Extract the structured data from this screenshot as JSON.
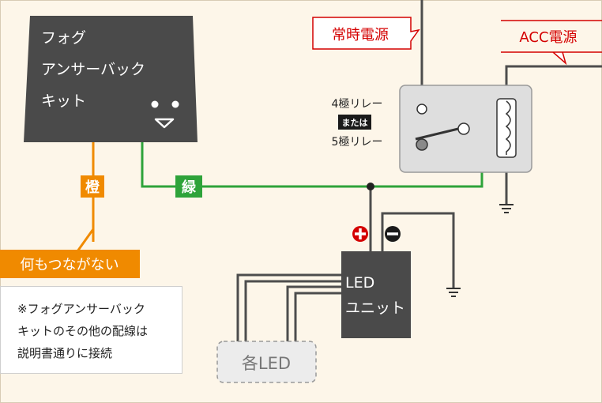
{
  "fog_kit": {
    "title_lines": [
      "フォグ",
      "アンサーバック",
      "キット"
    ]
  },
  "labels": {
    "orange_wire": "橙",
    "green_wire": "緑",
    "no_connection": "何もつながない",
    "note_lines": [
      "※フォグアンサーバック",
      "キットのその他の配線は",
      "説明書通りに接続"
    ],
    "constant_power": "常時電源",
    "acc_power": "ACC電源",
    "relay_4": "4極リレー",
    "or": "または",
    "relay_5": "5極リレー",
    "led_unit_lines": [
      "LED",
      "ユニット"
    ],
    "each_led": "各LED"
  },
  "colors": {
    "orange": "#f08a00",
    "green": "#2ea33a",
    "red": "#d40000",
    "wire": "#4d4d4d",
    "dark_box": "#4a4a4a",
    "relay_box": "#dedede"
  }
}
